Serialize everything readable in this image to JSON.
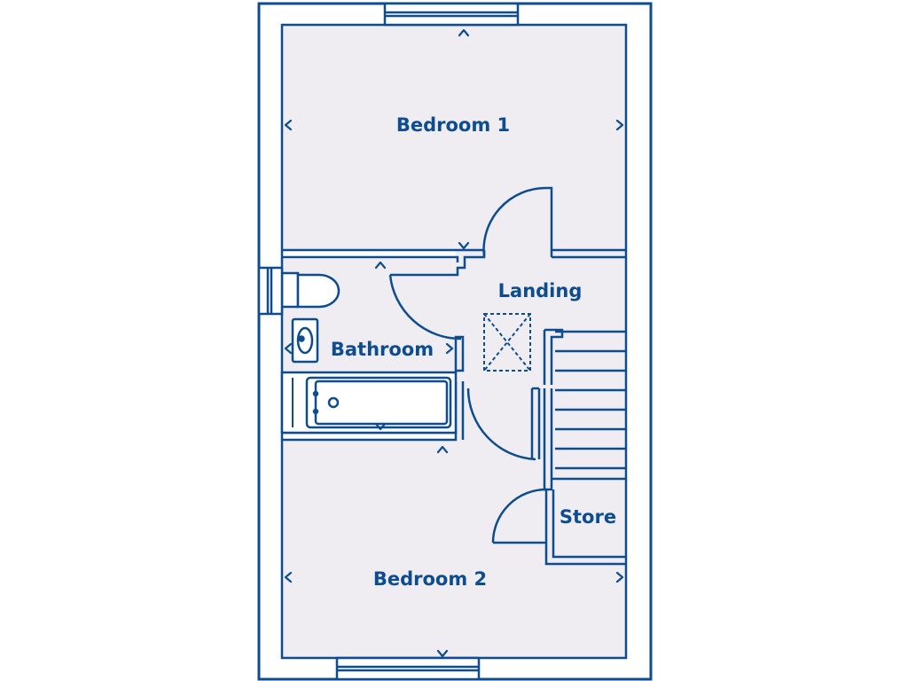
{
  "plan": {
    "colors": {
      "line": "#0d4d8f",
      "fill": "#efedf1",
      "background": "#ffffff"
    },
    "rooms": [
      {
        "id": "bedroom-1",
        "label": "Bedroom 1"
      },
      {
        "id": "landing",
        "label": "Landing"
      },
      {
        "id": "bathroom",
        "label": "Bathroom"
      },
      {
        "id": "store",
        "label": "Store"
      },
      {
        "id": "bedroom-2",
        "label": "Bedroom 2"
      }
    ],
    "icons": [
      "window",
      "door-swing",
      "toilet",
      "basin",
      "bath",
      "staircase",
      "loft-hatch",
      "dimension-arrow"
    ]
  }
}
